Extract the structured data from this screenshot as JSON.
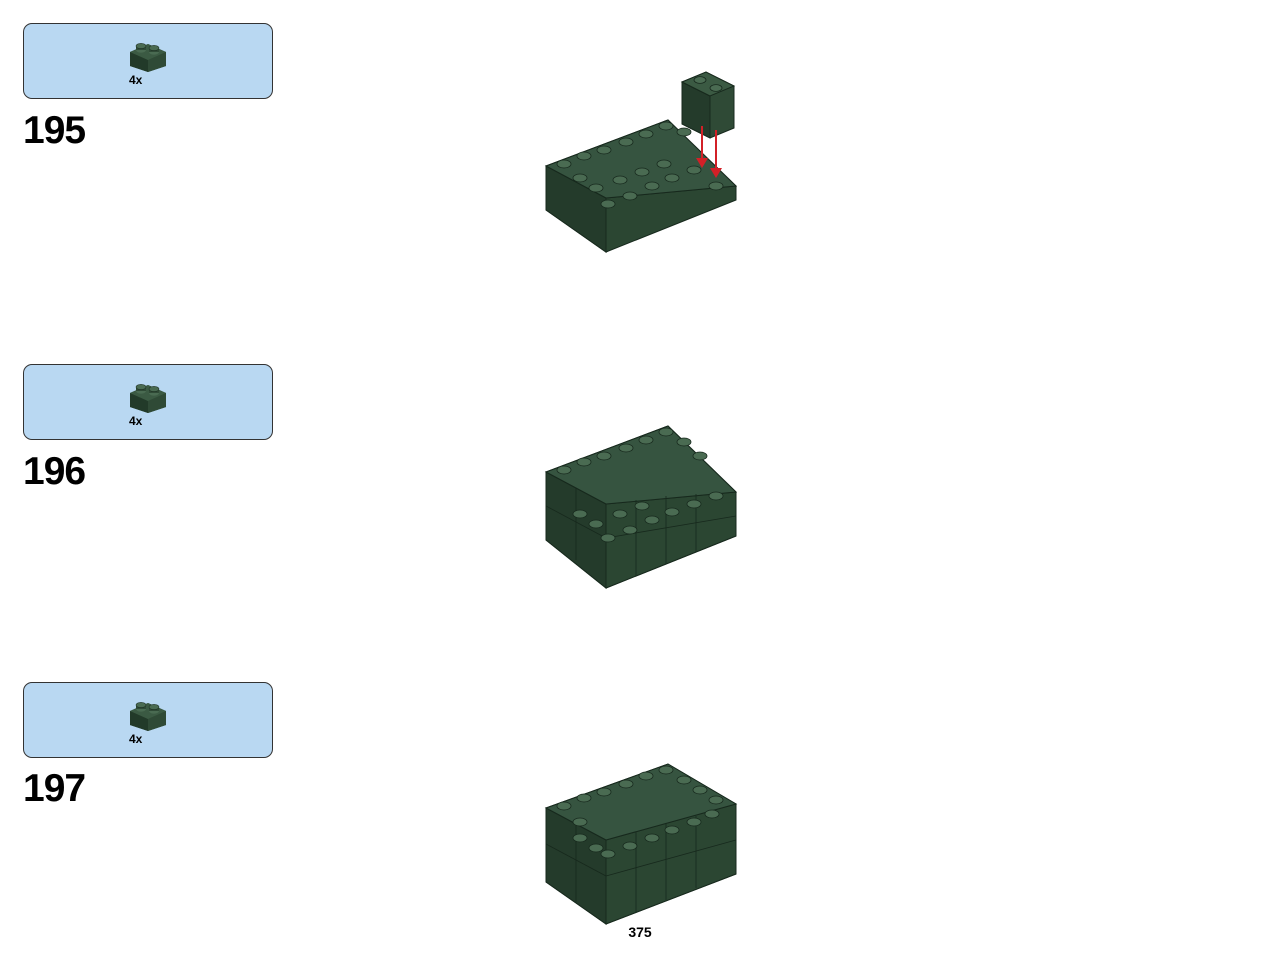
{
  "steps": [
    {
      "number": "195",
      "part": {
        "icon": "dark-green-brick-1x2-icon",
        "quantity": "4x",
        "color": "#2f4a36"
      }
    },
    {
      "number": "196",
      "part": {
        "icon": "dark-green-brick-1x2-icon",
        "quantity": "4x",
        "color": "#2f4a36"
      }
    },
    {
      "number": "197",
      "part": {
        "icon": "dark-green-brick-1x2-icon",
        "quantity": "4x",
        "color": "#2f4a36"
      }
    }
  ],
  "colors": {
    "callout_background": "#b9d8f2",
    "brick_green": "#2f4a36",
    "arrow_red": "#d22027"
  },
  "page": {
    "number": "375"
  }
}
